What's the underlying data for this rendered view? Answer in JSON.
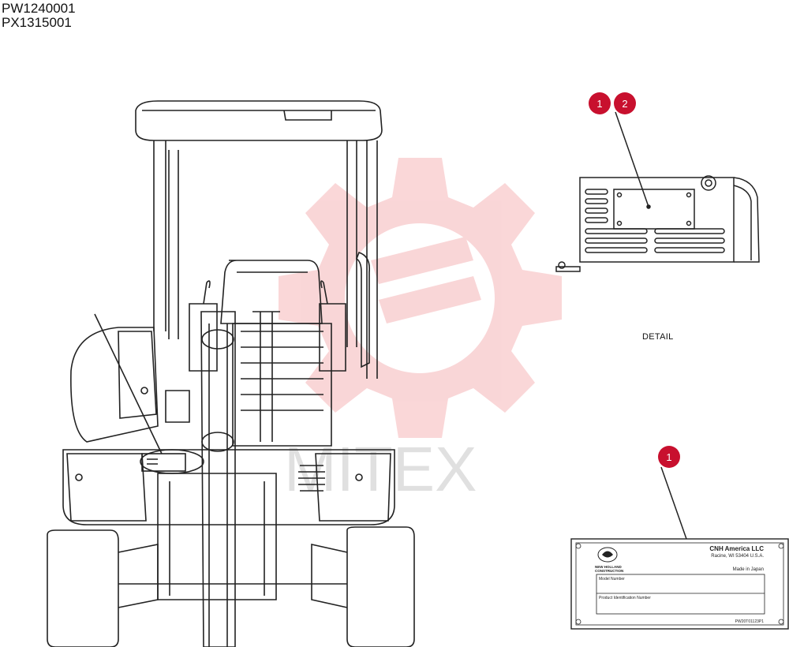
{
  "header": {
    "codes": [
      "PW1240001",
      "PX1315001"
    ]
  },
  "detail": {
    "label": "DETAIL"
  },
  "callouts": {
    "detail_a": "1",
    "detail_b": "2",
    "plate": "1"
  },
  "watermark": {
    "text": "MITEX",
    "color": "#e8474f"
  },
  "plate": {
    "company": "CNH America LLC",
    "address": "Racine, WI 53404  U.S.A.",
    "brand_line1": "NEW HOLLAND",
    "brand_line2": "CONSTRUCTION",
    "made_in": "Made in Japan",
    "field1": "Model Number",
    "field2": "Product Identification Number",
    "part_no": "PW20T01123P1"
  },
  "colors": {
    "callout": "#c8102e",
    "line": "#222222"
  }
}
